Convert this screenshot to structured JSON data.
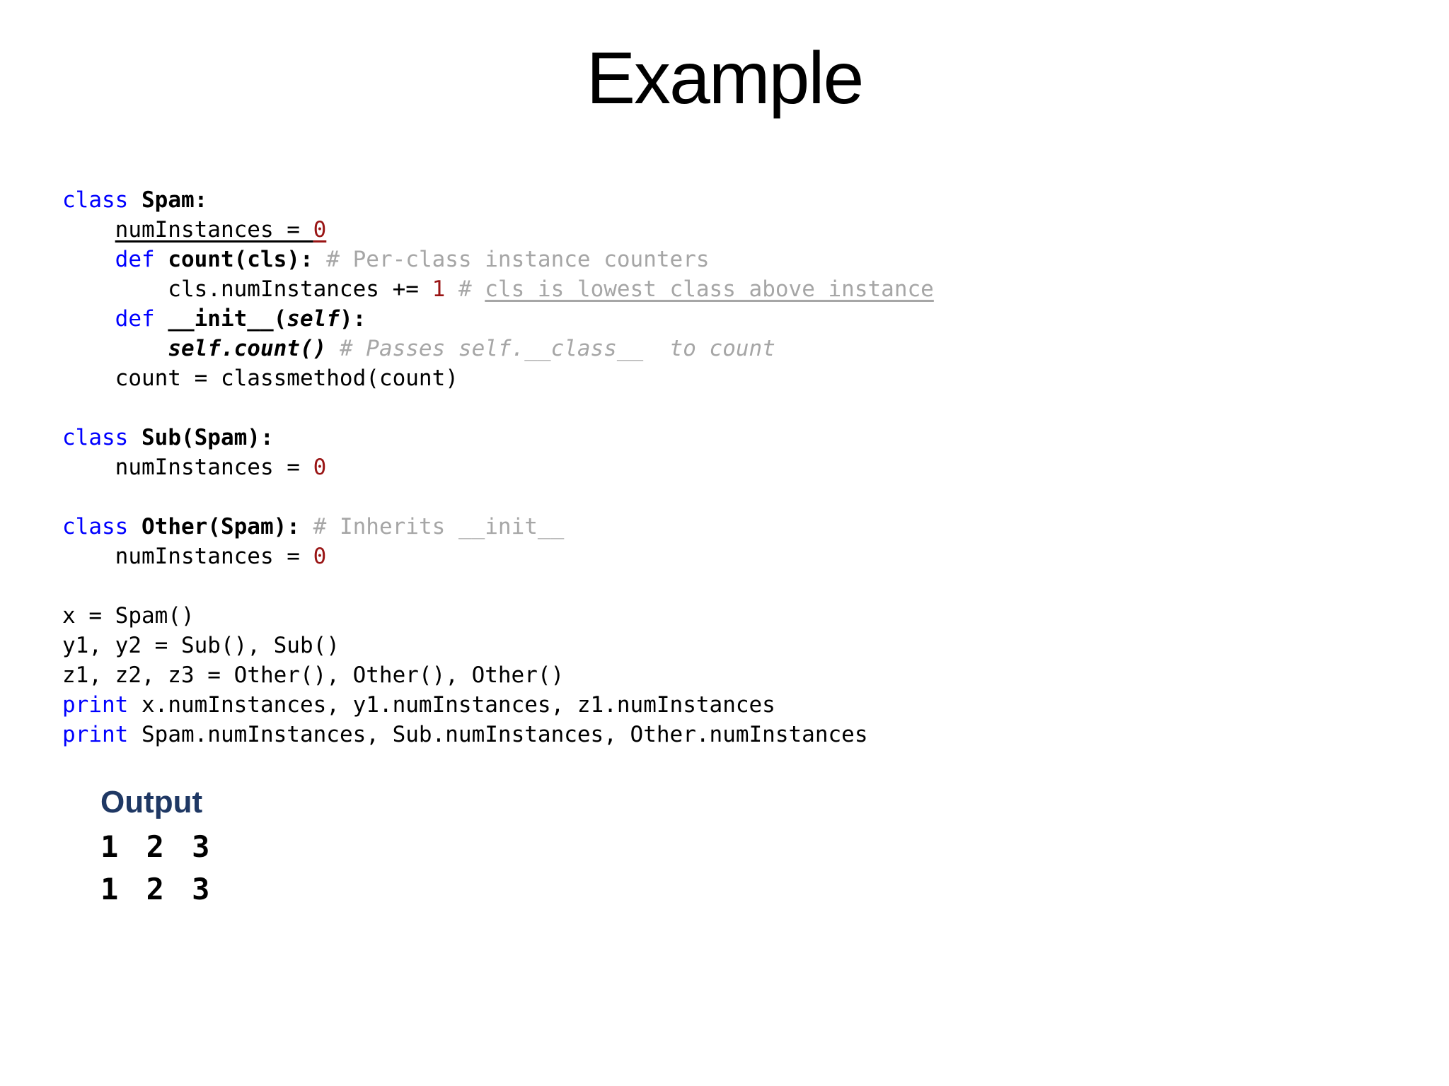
{
  "slide": {
    "title": "Example",
    "colors": {
      "keyword_blue": "#0000FF",
      "number_red": "#991414",
      "comment_gray": "#A6A6A6",
      "output_heading_navy": "#1F3864",
      "text_black": "#000000",
      "background": "#FFFFFF"
    },
    "code": {
      "lines": [
        {
          "segments": [
            {
              "t": "class",
              "s": "kw"
            },
            {
              "t": " Spam:",
              "s": "b"
            }
          ]
        },
        {
          "segments": [
            {
              "t": "    ",
              "s": "p"
            },
            {
              "t": "numInstances = ",
              "s": "u"
            },
            {
              "t": "0",
              "s": "un"
            }
          ]
        },
        {
          "segments": [
            {
              "t": "    ",
              "s": "p"
            },
            {
              "t": "def",
              "s": "kw"
            },
            {
              "t": " count(cls):",
              "s": "b"
            },
            {
              "t": " ",
              "s": "p"
            },
            {
              "t": "# Per-class instance counters",
              "s": "cm"
            }
          ]
        },
        {
          "segments": [
            {
              "t": "        cls.numInstances += ",
              "s": "p"
            },
            {
              "t": "1",
              "s": "n"
            },
            {
              "t": " ",
              "s": "p"
            },
            {
              "t": "# ",
              "s": "cm"
            },
            {
              "t": "cls is lowest class above instance",
              "s": "cmu"
            }
          ]
        },
        {
          "segments": [
            {
              "t": "    ",
              "s": "p"
            },
            {
              "t": "def",
              "s": "kw"
            },
            {
              "t": " __init__(",
              "s": "b"
            },
            {
              "t": "self",
              "s": "bi"
            },
            {
              "t": "):",
              "s": "b"
            }
          ]
        },
        {
          "segments": [
            {
              "t": "        ",
              "s": "p"
            },
            {
              "t": "self.count()",
              "s": "bi"
            },
            {
              "t": " ",
              "s": "p"
            },
            {
              "t": "# Passes self.__class__  to count",
              "s": "cmi"
            }
          ]
        },
        {
          "segments": [
            {
              "t": "    count = classmethod(count)",
              "s": "p"
            }
          ]
        },
        {
          "segments": []
        },
        {
          "segments": [
            {
              "t": "class",
              "s": "kw"
            },
            {
              "t": " Sub(Spam):",
              "s": "b"
            }
          ]
        },
        {
          "segments": [
            {
              "t": "    numInstances = ",
              "s": "p"
            },
            {
              "t": "0",
              "s": "n"
            }
          ]
        },
        {
          "segments": []
        },
        {
          "segments": [
            {
              "t": "class",
              "s": "kw"
            },
            {
              "t": " Other(Spam):",
              "s": "b"
            },
            {
              "t": " ",
              "s": "p"
            },
            {
              "t": "# Inherits __init__",
              "s": "cm"
            }
          ]
        },
        {
          "segments": [
            {
              "t": "    numInstances = ",
              "s": "p"
            },
            {
              "t": "0",
              "s": "n"
            }
          ]
        },
        {
          "segments": []
        },
        {
          "segments": [
            {
              "t": "x = Spam()",
              "s": "p"
            }
          ]
        },
        {
          "segments": [
            {
              "t": "y1, y2 = Sub(), Sub()",
              "s": "p"
            }
          ]
        },
        {
          "segments": [
            {
              "t": "z1, z2, z3 = Other(), Other(), Other()",
              "s": "p"
            }
          ]
        },
        {
          "segments": [
            {
              "t": "print",
              "s": "kw"
            },
            {
              "t": " x.numInstances, y1.numInstances, z1.numInstances",
              "s": "p"
            }
          ]
        },
        {
          "segments": [
            {
              "t": "print",
              "s": "kw"
            },
            {
              "t": " Spam.numInstances, Sub.numInstances, Other.numInstances",
              "s": "p"
            }
          ]
        }
      ]
    },
    "output": {
      "label": "Output",
      "lines": [
        "1 2 3",
        "1 2 3"
      ]
    }
  }
}
